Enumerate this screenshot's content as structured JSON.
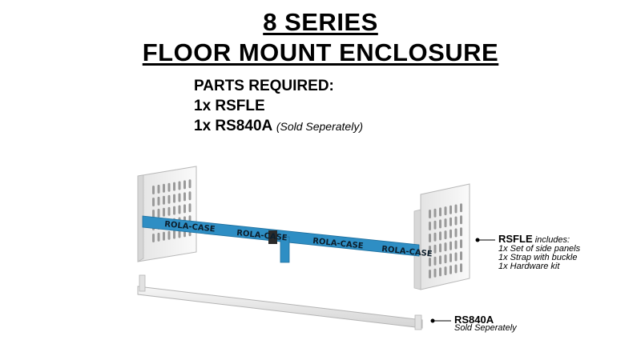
{
  "title": {
    "line1": "8 SERIES",
    "line2": "FLOOR MOUNT ENCLOSURE"
  },
  "parts": {
    "heading": "PARTS REQUIRED:",
    "item1": "1x RSFLE",
    "item2_code": "1x RS840A",
    "item2_note": "(Sold Seperately)"
  },
  "strap": {
    "brand_text": "ROLA-CASE",
    "color": "#2e8ec4"
  },
  "callouts": {
    "rsfle": {
      "code": "RSFLE",
      "includes": "includes:",
      "items": [
        "1x Set of side panels",
        "1x Strap with buckle",
        "1x Hardware kit"
      ]
    },
    "rs840a": {
      "code": "RS840A",
      "note": "Sold Seperately"
    }
  }
}
